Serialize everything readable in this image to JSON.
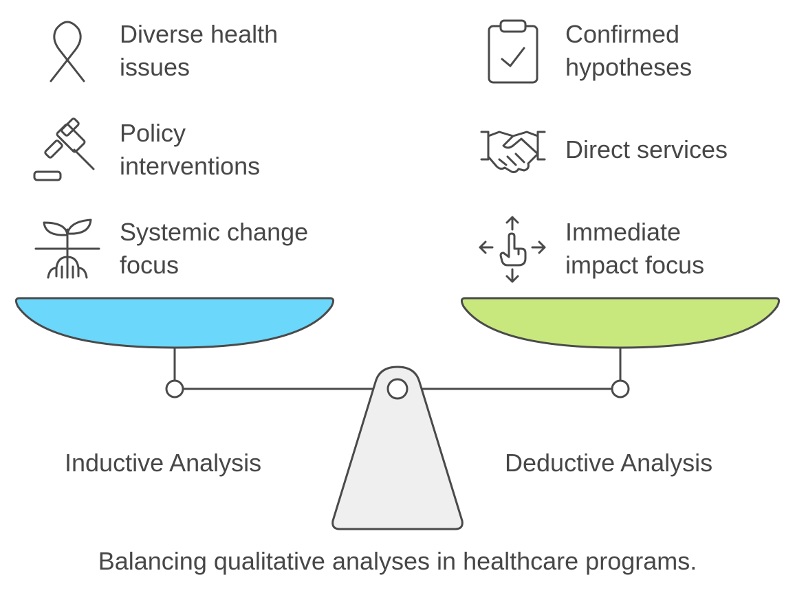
{
  "left_side": {
    "label": "Inductive Analysis",
    "pan_color": "#6ad7fb",
    "items": [
      {
        "text": "Diverse health\nissues",
        "icon": "ribbon-icon"
      },
      {
        "text": "Policy\ninterventions",
        "icon": "gavel-icon"
      },
      {
        "text": "Systemic change\nfocus",
        "icon": "sprout-icon"
      }
    ]
  },
  "right_side": {
    "label": "Deductive Analysis",
    "pan_color": "#c8e87e",
    "items": [
      {
        "text": "Confirmed\nhypotheses",
        "icon": "clipboard-check-icon"
      },
      {
        "text": "Direct services",
        "icon": "handshake-icon"
      },
      {
        "text": "Immediate\nimpact focus",
        "icon": "pointer-arrows-icon"
      }
    ]
  },
  "caption": "Balancing qualitative analyses in healthcare programs.",
  "colors": {
    "stroke": "#4a4a4a",
    "fulcrum": "#efefef",
    "text": "#474747"
  }
}
